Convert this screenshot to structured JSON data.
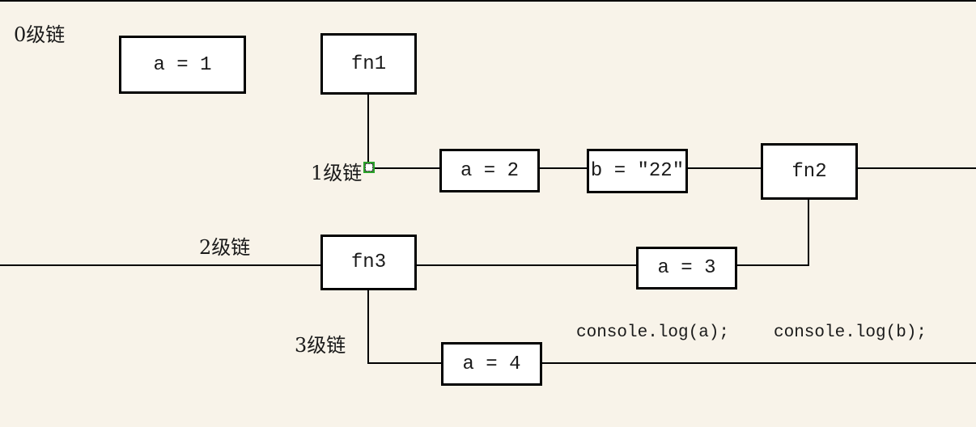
{
  "colors": {
    "background": "#f8f3e9",
    "line": "#000000",
    "box_fill": "#ffffff",
    "box_border": "#000000",
    "selection_handle_green": "#2aa32a"
  },
  "chain_labels": {
    "level0": "0级链",
    "level1": "1级链",
    "level2": "2级链",
    "level3": "3级链"
  },
  "boxes": {
    "a1": "a = 1",
    "fn1": "fn1",
    "a2": "a = 2",
    "b22": "b = ″22″",
    "fn2": "fn2",
    "fn3": "fn3",
    "a3": "a = 3",
    "a4": "a = 4"
  },
  "code": {
    "statement_a": "console.log(a);",
    "statement_b": "console.log(b);"
  }
}
